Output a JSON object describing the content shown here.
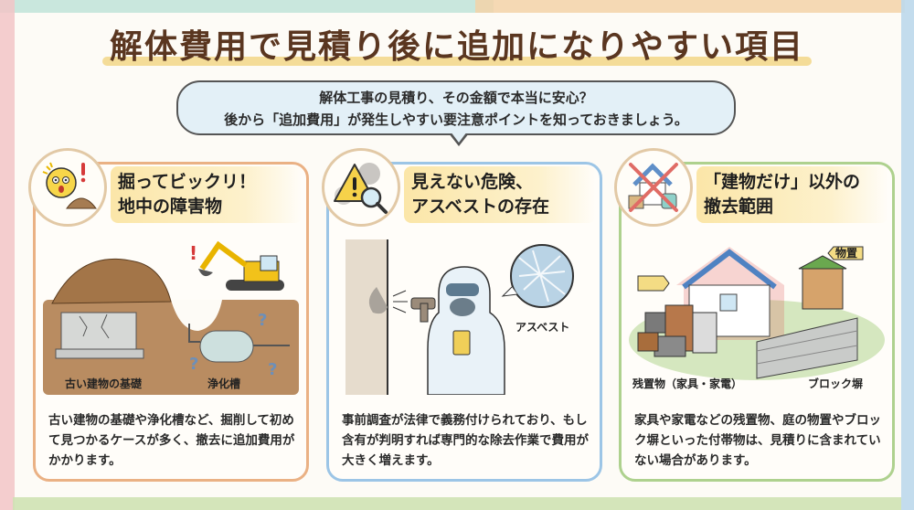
{
  "title": "解体費用で見積り後に追加になりやすい項目",
  "intro": {
    "line1": "解体工事の見積り、その金額で本当に安心？",
    "line2": "後から「追加費用」が発生しやすい要注意ポイントを知っておきましょう。"
  },
  "colors": {
    "title": "#5a3620",
    "card1_border": "#eab184",
    "card2_border": "#9cc5e6",
    "card3_border": "#aed18e",
    "heading_highlight": "#fbe6a8"
  },
  "cards": [
    {
      "icon": "surprised-face-dirt-icon",
      "heading_line1": "掘ってビックリ！",
      "heading_line2": "地中の障害物",
      "labels": {
        "foundation": "古い建物の基礎",
        "septic": "浄化槽"
      },
      "description": "古い建物の基礎や浄化槽など、掘削して初めて見つかるケースが多く、撤去に追加費用がかかります。"
    },
    {
      "icon": "warning-magnifier-icon",
      "heading_line1": "見えない危険、",
      "heading_line2": "アスベストの存在",
      "labels": {
        "asbestos": "アスベスト"
      },
      "description": "事前調査が法律で義務付けられており、もし含有が判明すれば専門的な除去作業で費用が大きく増えます。"
    },
    {
      "icon": "house-crossed-icon",
      "heading_line1": "「建物だけ」以外の",
      "heading_line2": "撤去範囲",
      "labels": {
        "shed": "物置",
        "leftovers": "残置物（家具・家電）",
        "wall": "ブロック塀"
      },
      "description": "家具や家電などの残置物、庭の物置やブロック塀といった付帯物は、見積りに含まれていない場合があります。"
    }
  ]
}
